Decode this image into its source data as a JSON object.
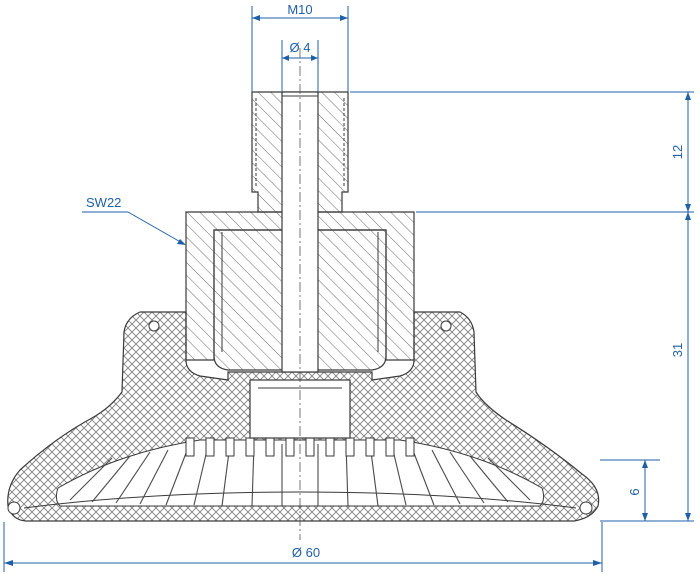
{
  "dimensions": {
    "thread": "M10",
    "bore": "Ø 4",
    "wrench": "SW22",
    "height_thread": "12",
    "height_body": "31",
    "height_lip": "6",
    "diameter": "Ø 60"
  },
  "colors": {
    "dimension": "#1f5fa8",
    "outline": "#3a3a3a",
    "hatch": "#6a6a6a"
  }
}
